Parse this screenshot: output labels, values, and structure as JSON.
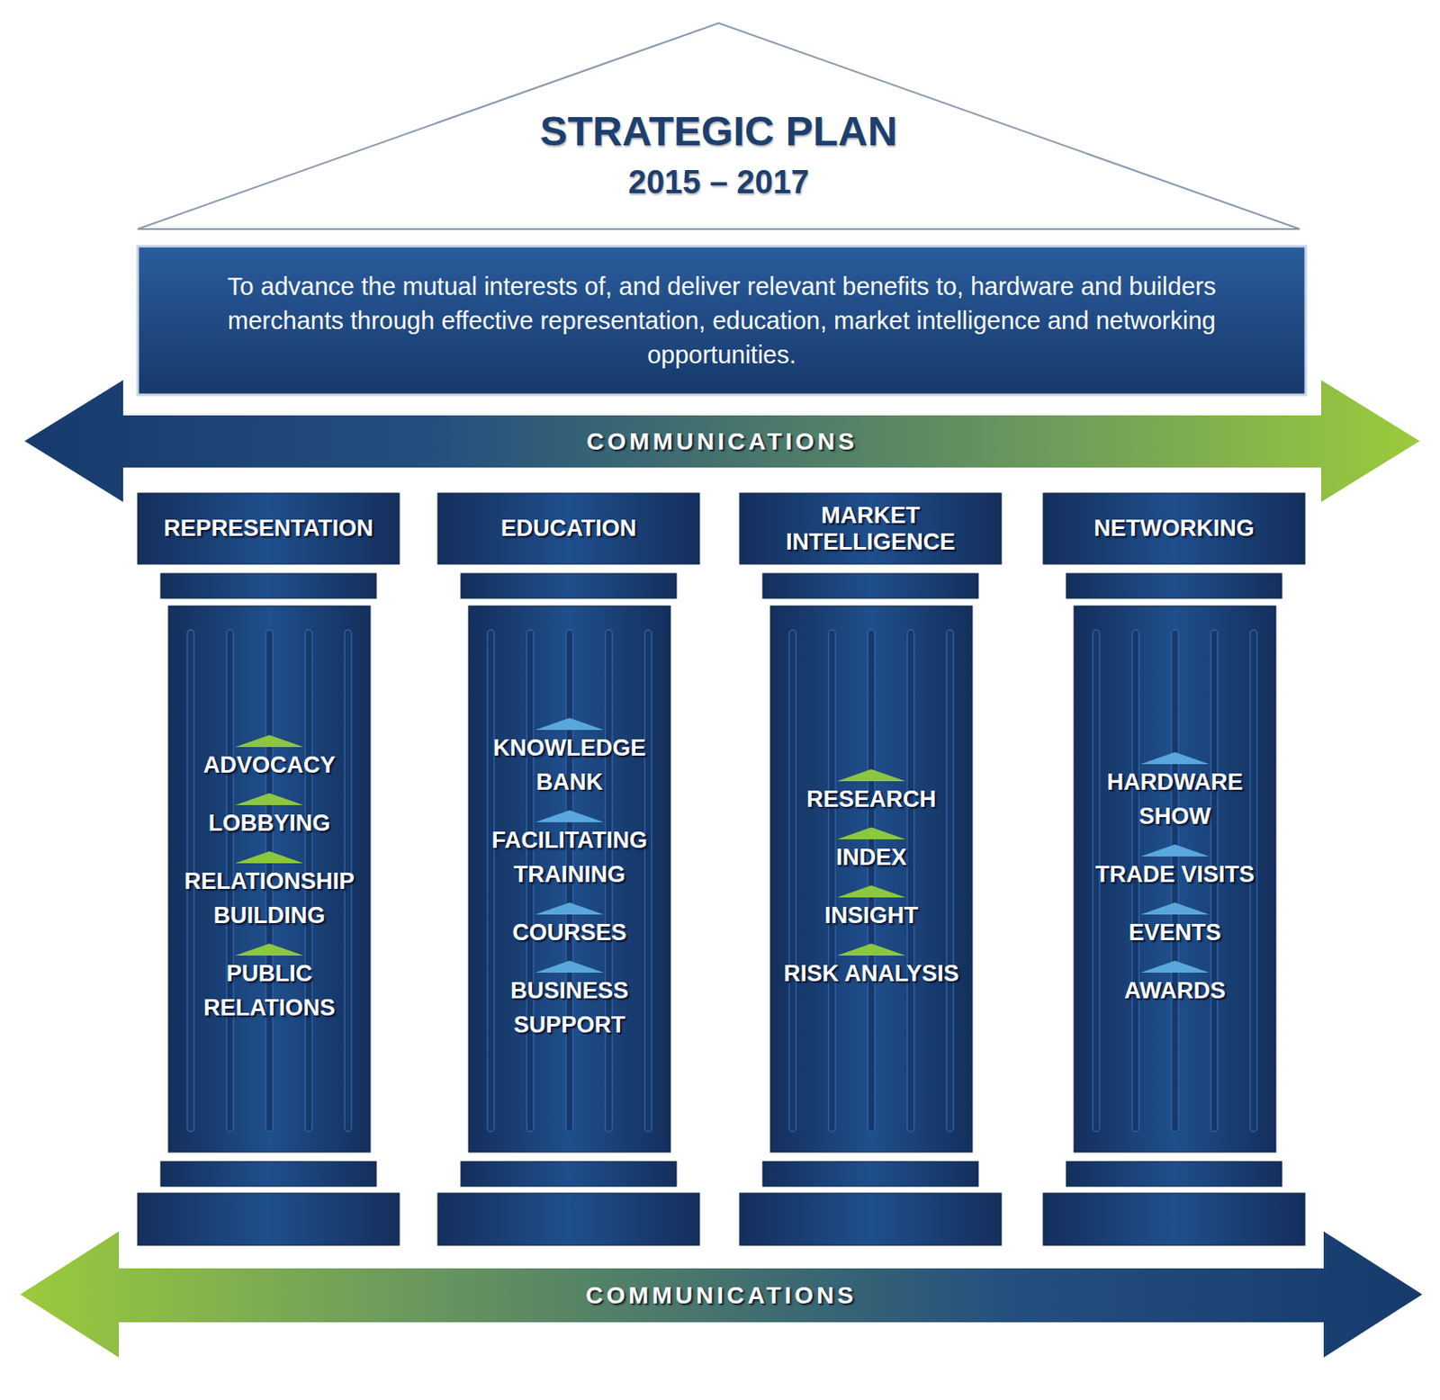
{
  "diagram": {
    "nodes": [
      {
        "text": [
          "STRATEGIC PLAN",
          "2015 – 2017"
        ]
      },
      {
        "text": [
          "To advance the mutual interests of, and deliver relevant benefits to, hardware and builders merchants through effective representation, education, market intelligence and networking opportunities."
        ]
      },
      {
        "text": [
          "COMMUNICATIONS"
        ]
      },
      {
        "text": [
          "REPRESENTATION"
        ]
      },
      {
        "text": [
          "ADVOCACY",
          "LOBBYING",
          "RELATIONSHIP BUILDING",
          "PUBLIC RELATIONS"
        ]
      },
      {
        "text": [
          "EDUCATION"
        ]
      },
      {
        "text": [
          "KNOWLEDGE BANK",
          "FACILITATING TRAINING",
          "COURSES",
          "BUSINESS SUPPORT"
        ]
      },
      {
        "text": [
          "MARKET INTELLIGENCE"
        ]
      },
      {
        "text": [
          "RESEARCH",
          "INDEX",
          "INSIGHT",
          "RISK ANALYSIS"
        ]
      },
      {
        "text": [
          "NETWORKING"
        ]
      },
      {
        "text": [
          "HARDWARE SHOW",
          "TRADE VISITS",
          "EVENTS",
          "AWARDS"
        ]
      },
      {
        "text": [
          "COMMUNICATIONS"
        ]
      }
    ]
  }
}
